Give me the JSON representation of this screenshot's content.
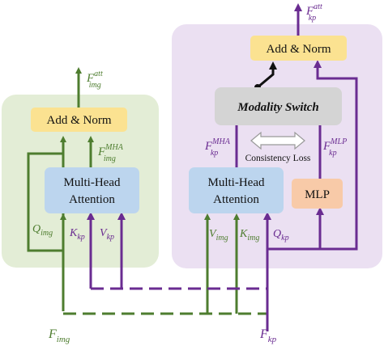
{
  "colors": {
    "green_arrow": "#4e7d2f",
    "purple_arrow": "#6a2c91",
    "left_panel": "#e3edd6",
    "right_panel": "#ebe0f2",
    "add_norm": "#fbe291",
    "attention": "#bcd5ee",
    "modality_switch": "#d4d4d4",
    "mlp": "#f8caa8"
  },
  "left_block": {
    "add_norm": "Add & Norm",
    "attention_line1": "Multi-Head",
    "attention_line2": "Attention",
    "output": {
      "base": "F",
      "sub": "img",
      "sup": "att"
    },
    "mha_out": {
      "base": "F",
      "sub": "img",
      "sup": "MHA"
    },
    "q": {
      "base": "Q",
      "sub": "img"
    },
    "k": {
      "base": "K",
      "sub": "kp"
    },
    "v": {
      "base": "V",
      "sub": "kp"
    }
  },
  "right_block": {
    "add_norm": "Add & Norm",
    "modality_switch": "Modality Switch",
    "attention_line1": "Multi-Head",
    "attention_line2": "Attention",
    "mlp": "MLP",
    "consistency_loss": "Consistency Loss",
    "output": {
      "base": "F",
      "sub": "kp",
      "sup": "att"
    },
    "mha_out": {
      "base": "F",
      "sub": "kp",
      "sup": "MHA"
    },
    "mlp_out": {
      "base": "F",
      "sub": "kp",
      "sup": "MLP"
    },
    "v": {
      "base": "V",
      "sub": "img"
    },
    "k": {
      "base": "K",
      "sub": "img"
    },
    "q": {
      "base": "Q",
      "sub": "kp"
    }
  },
  "inputs": {
    "img": {
      "base": "F",
      "sub": "img"
    },
    "kp": {
      "base": "F",
      "sub": "kp"
    }
  }
}
